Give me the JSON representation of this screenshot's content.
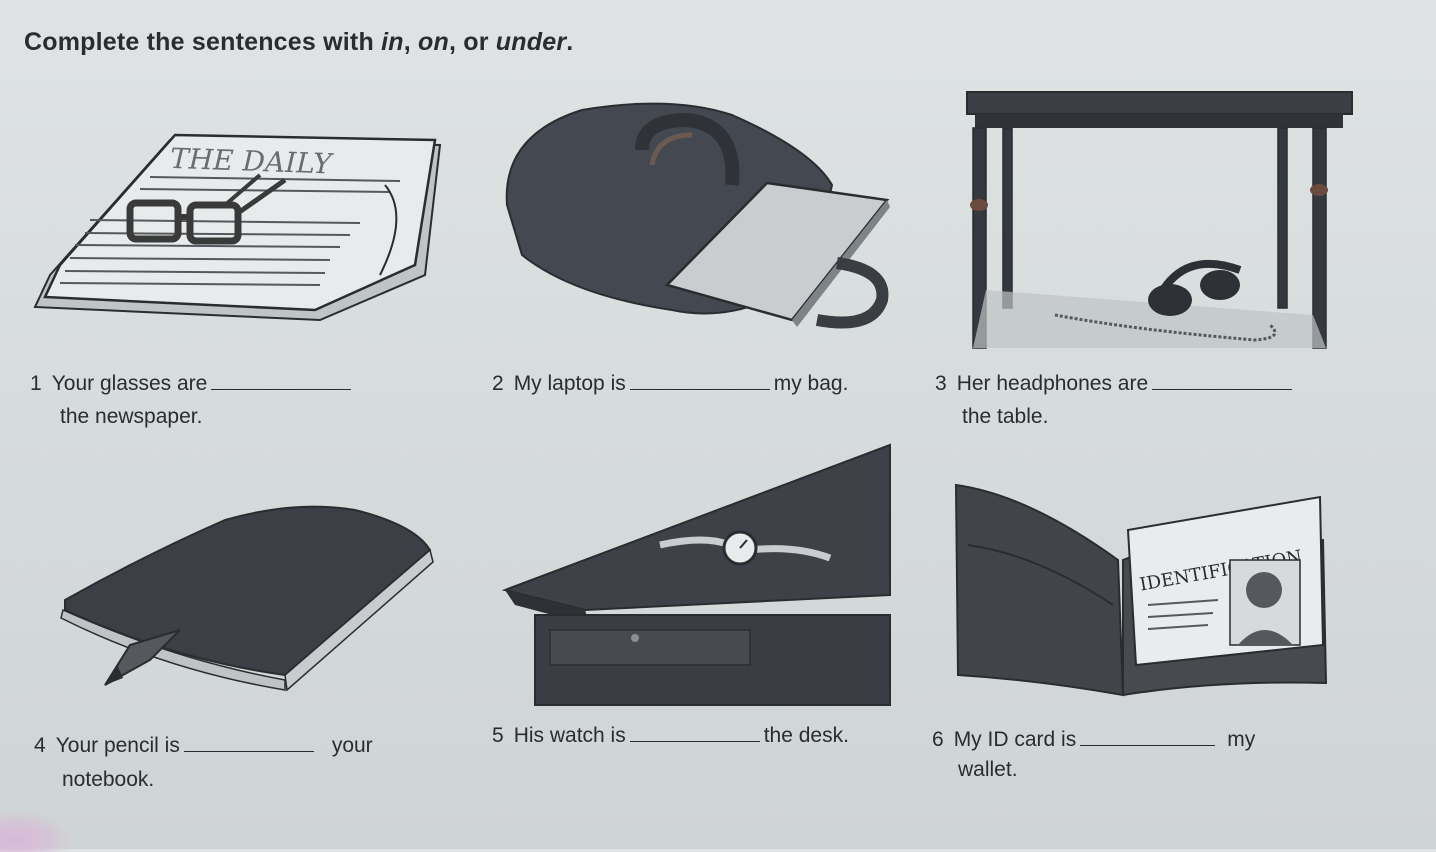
{
  "instruction": {
    "text_before": "Complete the sentences with ",
    "word_in": "in",
    "sep1": ", ",
    "word_on": "on",
    "sep2": ", or ",
    "word_under": "under",
    "end": "."
  },
  "pictures": {
    "newspaper_masthead": "THE DAILY",
    "id_card_heading": "IDENTIFICATION"
  },
  "items": [
    {
      "number": "1",
      "before": "Your glasses are",
      "after": "",
      "continuation": "the newspaper."
    },
    {
      "number": "2",
      "before": "My laptop is",
      "after": "my bag.",
      "continuation": ""
    },
    {
      "number": "3",
      "before": "Her headphones are",
      "after": "",
      "continuation": "the table."
    },
    {
      "number": "4",
      "before": "Your pencil is",
      "after": "your",
      "continuation": "notebook."
    },
    {
      "number": "5",
      "before": "His watch is",
      "after": "the desk.",
      "continuation": ""
    },
    {
      "number": "6",
      "before": "My ID card is",
      "after": "my",
      "continuation": "wallet."
    }
  ],
  "colors": {
    "ink": "#2a2c30",
    "paper": "#dfe3e3",
    "dark_object": "#3f4247"
  }
}
